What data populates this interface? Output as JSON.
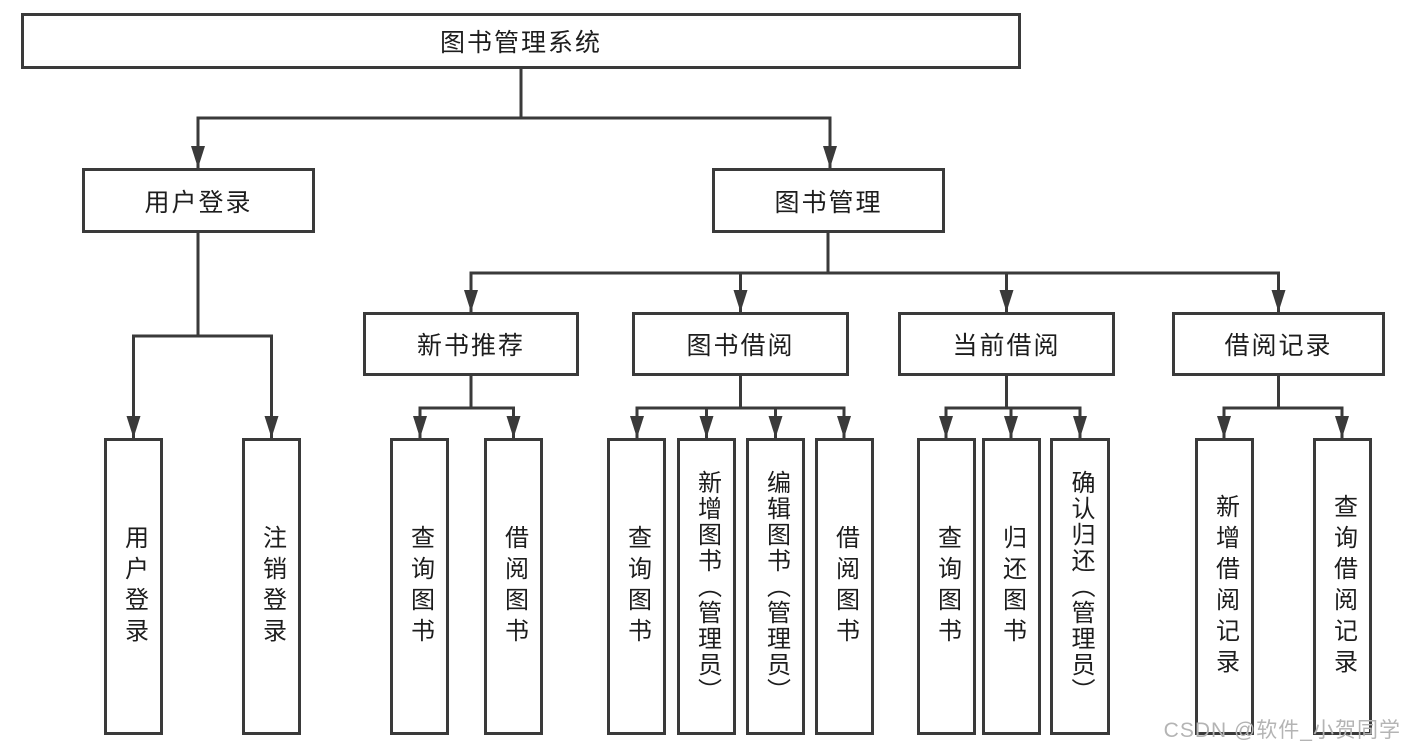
{
  "colors": {
    "line": "#3a3a3a",
    "box_border": "#3a3a3a",
    "text": "#1d1d1d",
    "watermark": "#b4b4b4",
    "background": "#ffffff"
  },
  "watermark": "CSDN @软件_小贺同学",
  "tree": {
    "label": "图书管理系统",
    "children": [
      {
        "label": "用户登录",
        "children": [
          {
            "label": "用户登录"
          },
          {
            "label": "注销登录"
          }
        ]
      },
      {
        "label": "图书管理",
        "children": [
          {
            "label": "新书推荐",
            "children": [
              {
                "label": "查询图书"
              },
              {
                "label": "借阅图书"
              }
            ]
          },
          {
            "label": "图书借阅",
            "children": [
              {
                "label": "查询图书"
              },
              {
                "label": "新增图书（管理员）"
              },
              {
                "label": "编辑图书（管理员）"
              },
              {
                "label": "借阅图书"
              }
            ]
          },
          {
            "label": "当前借阅",
            "children": [
              {
                "label": "查询图书"
              },
              {
                "label": "归还图书"
              },
              {
                "label": "确认归还（管理员）"
              }
            ]
          },
          {
            "label": "借阅记录",
            "children": [
              {
                "label": "新增借阅记录"
              },
              {
                "label": "查询借阅记录"
              }
            ]
          }
        ]
      }
    ]
  }
}
